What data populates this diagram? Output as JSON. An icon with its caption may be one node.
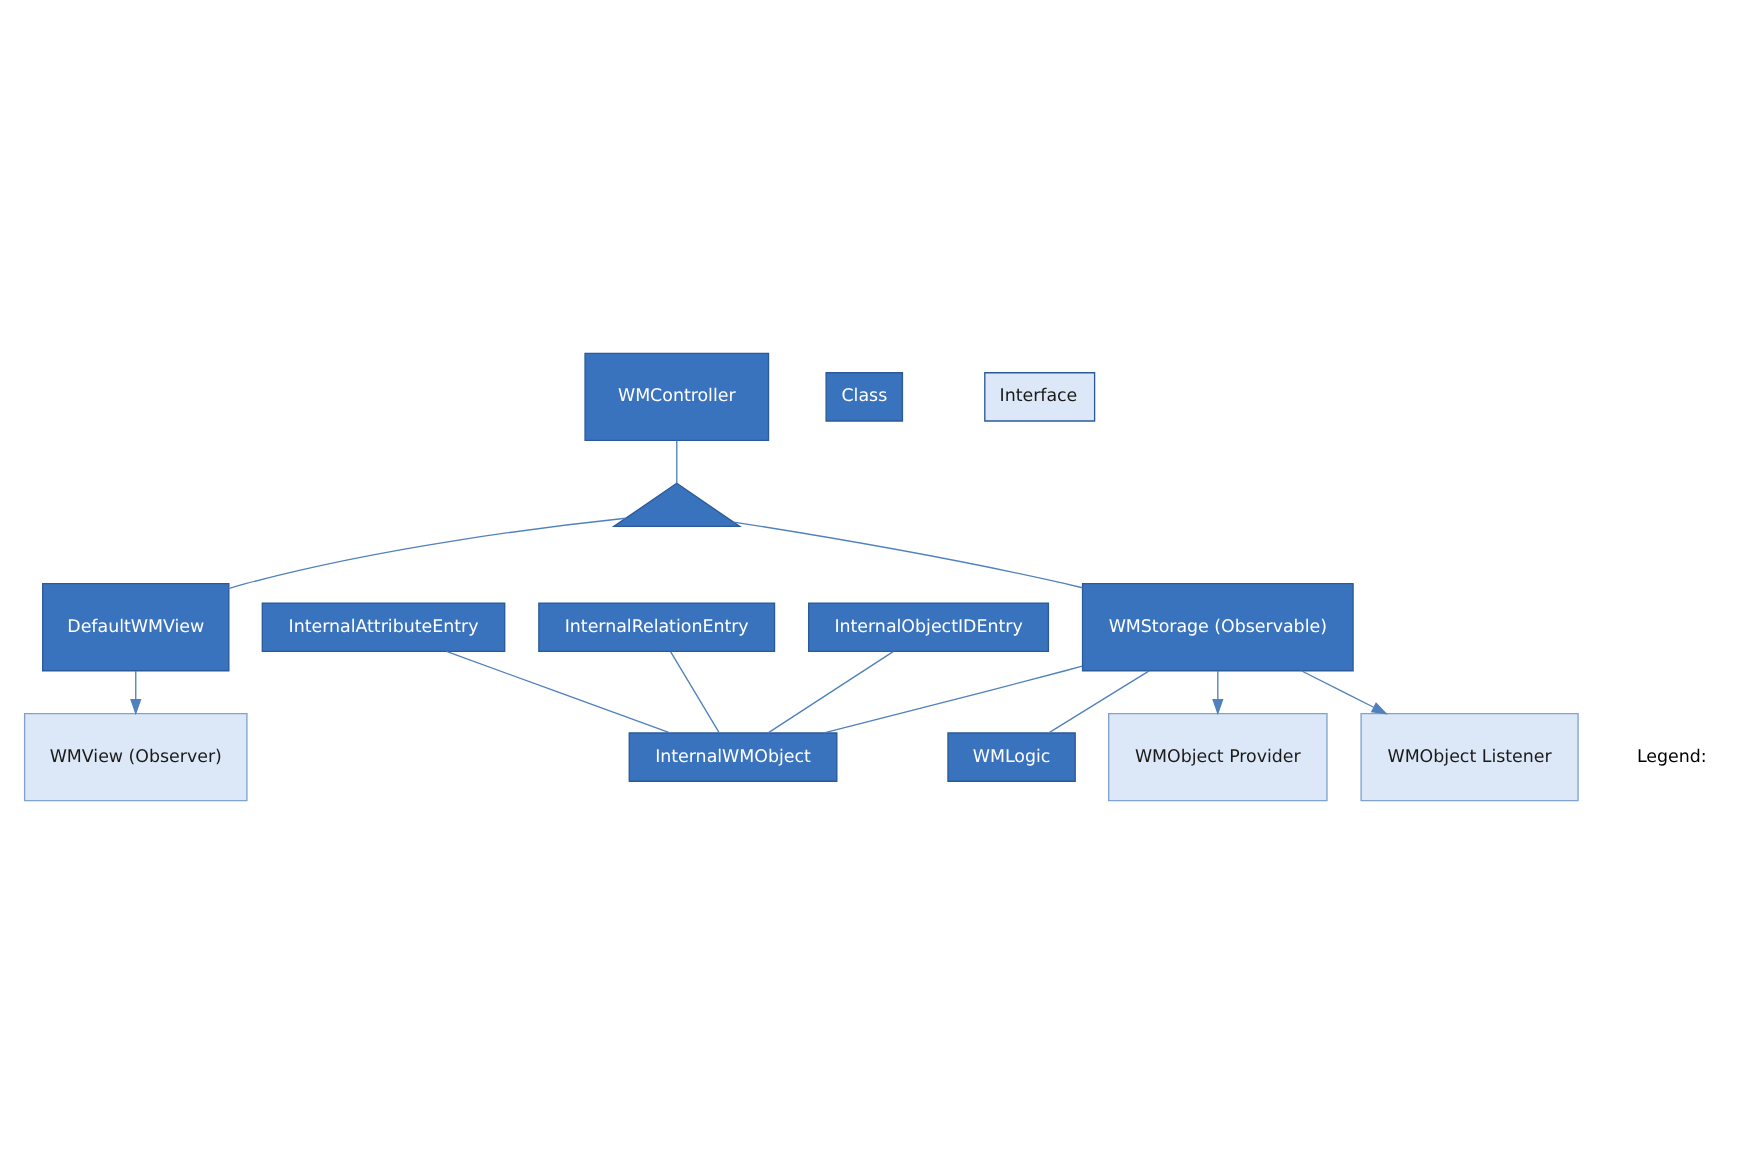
{
  "diagram": {
    "nodes": [
      {
        "text": [
          "WMController"
        ]
      },
      {
        "text": [],
        "shape": "triangle"
      },
      {
        "text": [
          "DefaultWMView"
        ]
      },
      {
        "text": [
          "WMStorage (Observable)"
        ]
      },
      {
        "text": [
          "InternalAttributeEntry"
        ]
      },
      {
        "text": [
          "InternalRelationEntry"
        ]
      },
      {
        "text": [
          "InternalObjectIDEntry"
        ]
      },
      {
        "text": [
          "InternalWMObject"
        ]
      },
      {
        "text": [
          "WMLogic"
        ]
      },
      {
        "text": [
          "WMView (Observer)"
        ]
      },
      {
        "text": [
          "WMObject Provider"
        ]
      },
      {
        "text": [
          "WMObject Listener"
        ]
      }
    ],
    "edges": [
      {
        "from": 0,
        "to": 1,
        "arrow": "none"
      },
      {
        "from": 1,
        "to": 2,
        "arrow": "none"
      },
      {
        "from": 1,
        "to": 3,
        "arrow": "none"
      },
      {
        "from": 4,
        "to": 7,
        "arrow": "none"
      },
      {
        "from": 5,
        "to": 7,
        "arrow": "none"
      },
      {
        "from": 6,
        "to": 7,
        "arrow": "none"
      },
      {
        "from": 3,
        "to": 7,
        "arrow": "none"
      },
      {
        "from": 3,
        "to": 8,
        "arrow": "none"
      },
      {
        "from": 2,
        "to": 9,
        "arrow": "to"
      },
      {
        "from": 3,
        "to": 10,
        "arrow": "to"
      },
      {
        "from": 3,
        "to": 11,
        "arrow": "to"
      }
    ],
    "labels": [
      "Legend:"
    ],
    "legend": [
      {
        "text": "Class",
        "color": "#3a73bd"
      },
      {
        "text": "Interface",
        "color": "#dce8f8"
      }
    ]
  }
}
